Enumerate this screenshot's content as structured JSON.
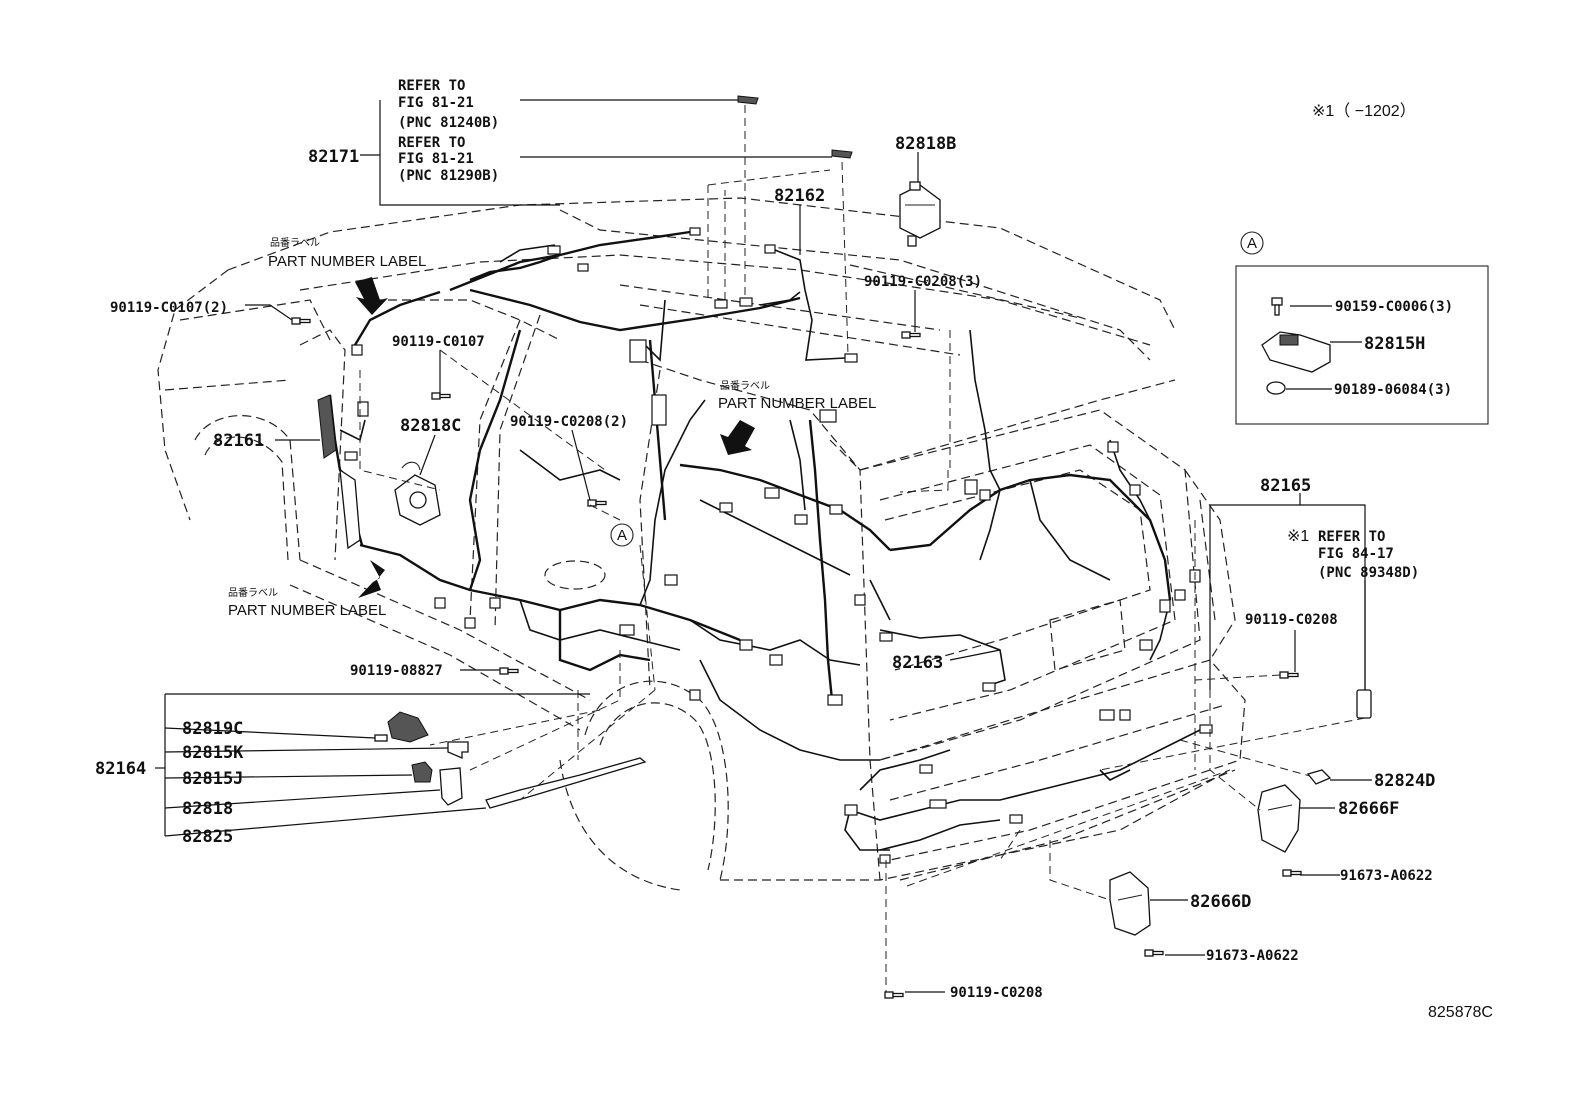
{
  "diagram": {
    "code": "825878C",
    "note_top_right": "※1（ −1202）",
    "refer_1": [
      "REFER TO",
      "FIG 81-21",
      "(PNC 81240B)"
    ],
    "refer_2": [
      "REFER TO",
      "FIG 81-21",
      "(PNC 81290B)"
    ],
    "refer_3": [
      "REFER TO",
      "FIG 84-17",
      "(PNC 89348D)"
    ],
    "refer_3_mark": "※1",
    "part_label_jp": "品番ラベル",
    "part_label_en": "PART NUMBER LABEL",
    "detail_marker": "A",
    "parts": {
      "p82171": "82171",
      "p82818B": "82818B",
      "p82162": "82162",
      "p90119_C0208_3": "90119-C0208(3)",
      "p90119_C0107_2": "90119-C0107(2)",
      "p90119_C0107": "90119-C0107",
      "p82161": "82161",
      "p82818C": "82818C",
      "p90119_C0208_2": "90119-C0208(2)",
      "p82165": "82165",
      "p90119_C0208_r": "90119-C0208",
      "p82163": "82163",
      "p90119_08827": "90119-08827",
      "p82164": "82164",
      "p82819C": "82819C",
      "p82815K": "82815K",
      "p82815J": "82815J",
      "p82818": "82818",
      "p82825": "82825",
      "p82824D": "82824D",
      "p82666F": "82666F",
      "p91673_A0622_a": "91673-A0622",
      "p82666D": "82666D",
      "p91673_A0622_b": "91673-A0622",
      "p90119_C0208_b": "90119-C0208",
      "p90159_C0006_3": "90159-C0006(3)",
      "p82815H": "82815H",
      "p90189_06084_3": "90189-06084(3)"
    }
  }
}
